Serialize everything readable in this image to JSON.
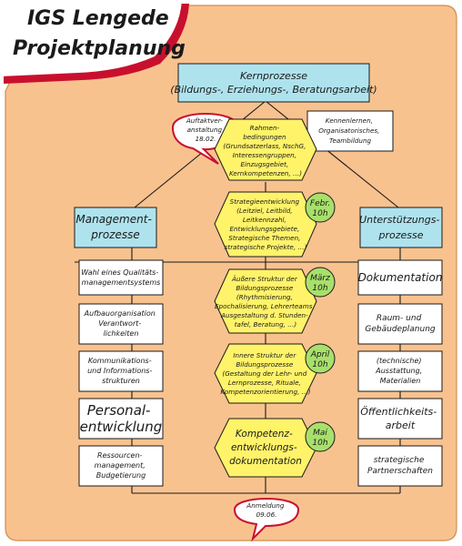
{
  "header": {
    "title_line1": "IGS Lengede",
    "title_line2": "Projektplanung"
  },
  "kernprozesse": {
    "line1": "Kernprozesse",
    "line2": "(Bildungs-, Erziehungs-, Beratungsarbeit)"
  },
  "callouts": {
    "auftakt": [
      "Auftaktver-",
      "anstaltung",
      "18.02."
    ],
    "anmeldung": [
      "Anmeldung",
      "09.06."
    ]
  },
  "kennenlernen": [
    "Kennenlernen,",
    "Organisatorisches,",
    "Teambildung"
  ],
  "hexagons": [
    {
      "lines": [
        "Rahmen-",
        "bedingungen",
        "(Grundsatzerlass, NschG,",
        "Interessengruppen,",
        "Einzugsgebiet,",
        "Kernkompetenzen, …)"
      ]
    },
    {
      "lines": [
        "Strategieentwicklung",
        "(Leitziel, Leitbild,",
        "Leitkennzahl,",
        "Entwicklungsgebiete,",
        "Strategische Themen,",
        "strategische Projekte, …)"
      ]
    },
    {
      "lines": [
        "Äußere Struktur der",
        "Bildungsprozesse",
        "(Rhythmisierung,",
        "Epochalisierung, Lehrerteams,",
        "Ausgestaltung d. Stunden-",
        "tafel, Beratung, …)"
      ]
    },
    {
      "lines": [
        "Innere Struktur der",
        "Bildungsprozesse",
        "(Gestaltung der Lehr- und",
        "Lernprozesse, Rituale,",
        "Kompetenzorientierung, …)"
      ]
    },
    {
      "lines": [
        "Kompetenz-",
        "entwicklungs-",
        "dokumentation"
      ]
    }
  ],
  "milestones": [
    {
      "month": "Febr.",
      "hours": "10h"
    },
    {
      "month": "März",
      "hours": "10h"
    },
    {
      "month": "April",
      "hours": "10h"
    },
    {
      "month": "Mai",
      "hours": "10h"
    }
  ],
  "management": {
    "title": [
      "Management-",
      "prozesse"
    ],
    "items": [
      [
        "Wahl eines Qualitäts-",
        "managementsystems"
      ],
      [
        "Aufbauorganisation",
        "Verantwort-",
        "lichkeiten"
      ],
      [
        "Kommunikations-",
        "und Informations-",
        "strukturen"
      ],
      [
        "Personal-",
        "entwicklung"
      ],
      [
        "Ressourcen-",
        "management,",
        "Budgetierung"
      ]
    ]
  },
  "unterstuetzung": {
    "title": [
      "Unterstützungs-",
      "prozesse"
    ],
    "items": [
      [
        "Dokumentation"
      ],
      [
        "Raum- und",
        "Gebäudeplanung"
      ],
      [
        "(technische)",
        "Ausstattung,",
        "Materialien"
      ],
      [
        "Öffentlichkeits-",
        "arbeit"
      ],
      [
        "strategische",
        "Partnerschaften"
      ]
    ]
  },
  "colors": {
    "background": "#f8c28f",
    "title_fill": "#ffffff",
    "title_shadow": "#c8102e",
    "header_box": "#aee3ee",
    "hexagon": "#fff36a",
    "milestone": "#a8e06b",
    "callout_border": "#c8102e",
    "line": "#1a1a1a"
  }
}
